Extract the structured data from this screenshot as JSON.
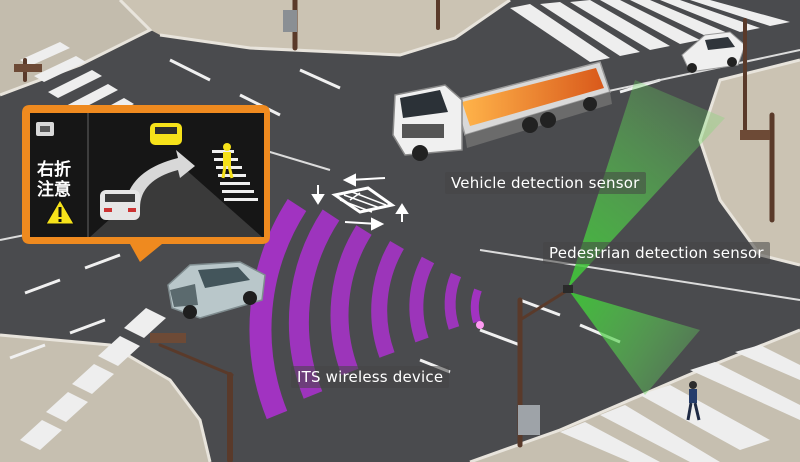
{
  "labels": {
    "vehicle_sensor": "Vehicle detection sensor",
    "pedestrian_sensor": "Pedestrian detection sensor",
    "its_device": "ITS wireless device"
  },
  "display": {
    "warning_line1": "右折",
    "warning_line2": "注意"
  },
  "colors": {
    "road": "#4a4b4e",
    "sidewalk": "#c9c2b2",
    "zebra": "#f2f2f2",
    "sensor_beam": "#4fd14a",
    "wireless_wave": "#b02fd6",
    "display_frame": "#ef8a1f",
    "warning_yellow": "#f6e21a"
  }
}
